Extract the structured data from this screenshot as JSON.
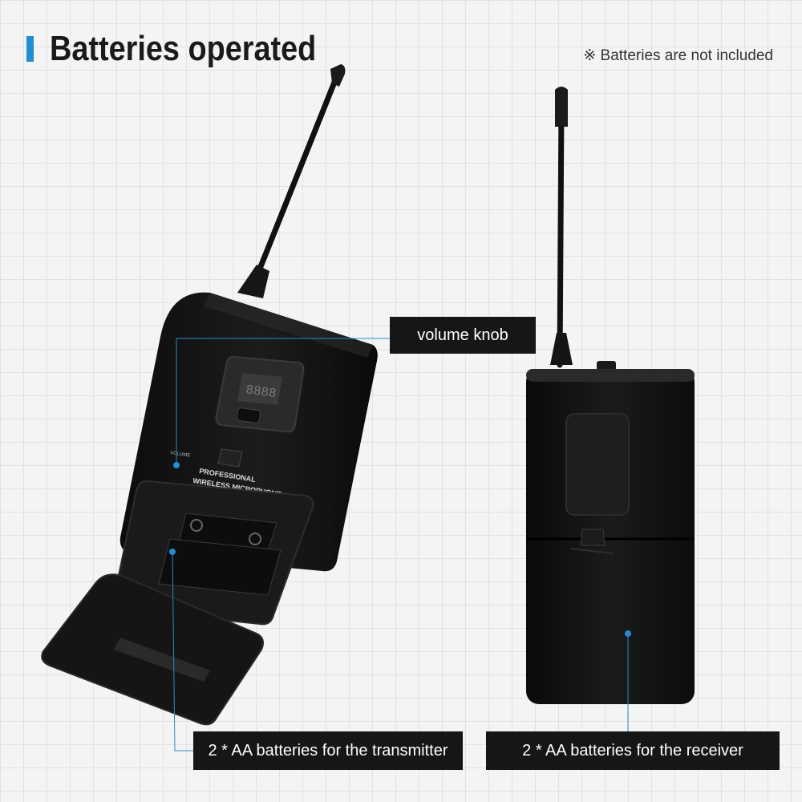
{
  "header": {
    "title": "Batteries operated",
    "note": "※ Batteries are not included"
  },
  "device": {
    "panel_label_1": "PROFESSIONAL",
    "panel_label_2": "WIRELESS MICROPHONE",
    "volume_label": "VOLUME"
  },
  "callouts": {
    "volume_knob": "volume knob",
    "transmitter_batteries": "2 * AA batteries for the transmitter",
    "receiver_batteries": "2 * AA batteries for the receiver"
  },
  "colors": {
    "accent": "#1e8fd6",
    "callout_bg": "#161616",
    "device_body": "#141414"
  }
}
